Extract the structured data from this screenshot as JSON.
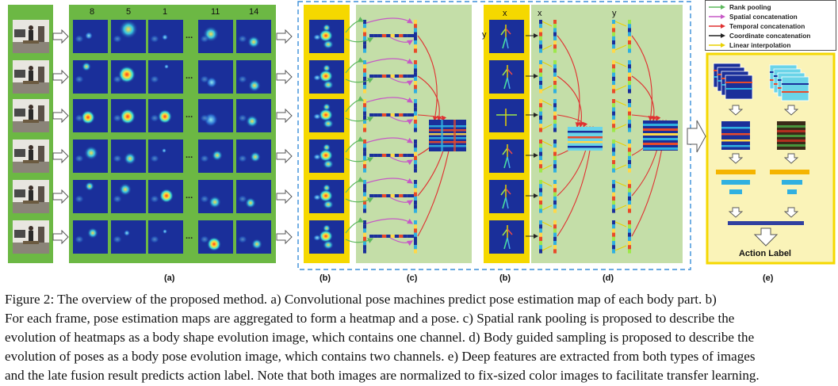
{
  "figure": {
    "panel_labels": {
      "a": "(a)",
      "b1": "(b)",
      "c": "(c)",
      "b2": "(b)",
      "d": "(d)",
      "e": "(e)"
    },
    "column_headers": [
      "8",
      "5",
      "1",
      "11",
      "14"
    ],
    "ellipsis": "...",
    "axis_labels": {
      "x1": "x",
      "y1": "y",
      "x2": "x",
      "y2": "y"
    },
    "action_label": "Action Label",
    "legend": [
      {
        "label": "Rank pooling",
        "color": "#5cb85c"
      },
      {
        "label": "Spatial concatenation",
        "color": "#c659c6"
      },
      {
        "label": "Temporal concatenation",
        "color": "#e03030"
      },
      {
        "label": "Coordinate concatenation",
        "color": "#222222"
      },
      {
        "label": "Linear interpolation",
        "color": "#e8d000"
      }
    ],
    "colors": {
      "green_panel": "#6cb844",
      "light_green": "#c4dea8",
      "yellow_panel": "#f5d800",
      "pale_yellow": "#faf3b8",
      "heatmap_bg": "#1a2f9a",
      "dashed_border": "#3a8ed8"
    }
  },
  "caption": {
    "lines": [
      "Figure 2:  The overview of the proposed method.  a) Convolutional pose machines predict pose estimation map of each body part.  b)",
      "For each frame, pose estimation maps are aggregated to form a heatmap and a pose.  c) Spatial rank pooling is proposed to describe the",
      "evolution of heatmaps as a body shape evolution image, which contains one channel. d) Body guided sampling is proposed to describe the",
      "evolution of poses as a body pose evolution image, which contains two channels. e) Deep features are extracted from both types of images",
      "and the late fusion result predicts action label. Note that both images are normalized to fix-sized color images to facilitate transfer learning."
    ]
  }
}
